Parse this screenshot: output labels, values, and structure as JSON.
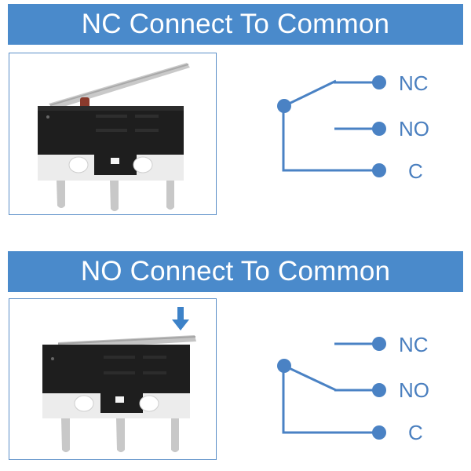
{
  "panels": [
    {
      "title": "NC Connect To Common",
      "state": "released",
      "terminals": [
        {
          "label": "NC"
        },
        {
          "label": "NO"
        },
        {
          "label": "C"
        }
      ]
    },
    {
      "title": "NO Connect To Common",
      "state": "pressed",
      "terminals": [
        {
          "label": "NC"
        },
        {
          "label": "NO"
        },
        {
          "label": "C"
        }
      ]
    }
  ],
  "colors": {
    "banner": "#4a8acb",
    "schematic": "#4a82c4",
    "box_border": "#5b8fc8",
    "switch_body": "#1c1c1c",
    "switch_base": "#efefef",
    "lever": "#bdbdbd",
    "arrow": "#3d82c8"
  }
}
